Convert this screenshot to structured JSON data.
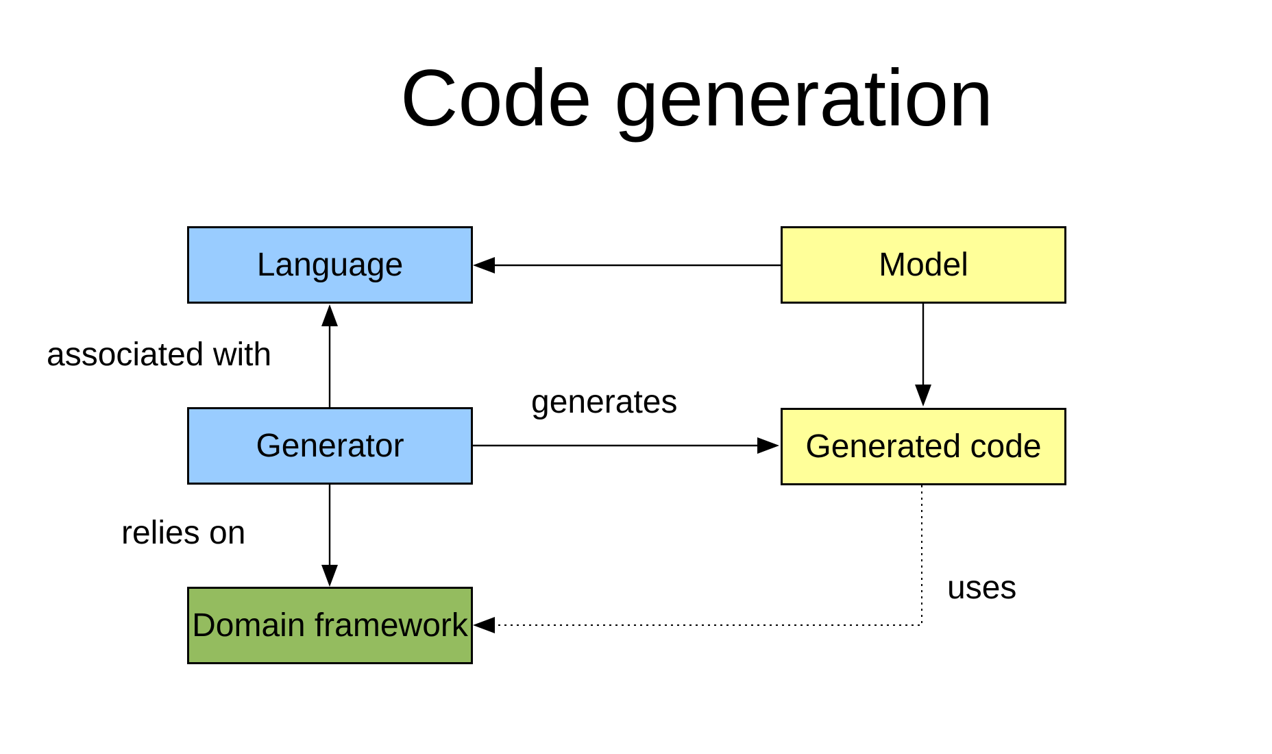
{
  "title": "Code generation",
  "colors": {
    "background": "#FFFFFF",
    "line": "#000000",
    "node_blue": "#99CCFF",
    "node_yellow": "#FFFF99",
    "node_green": "#94BC5F"
  },
  "nodes": [
    {
      "id": "language",
      "label": "Language",
      "fill": "#99CCFF"
    },
    {
      "id": "model",
      "label": "Model",
      "fill": "#FFFF99"
    },
    {
      "id": "generator",
      "label": "Generator",
      "fill": "#99CCFF"
    },
    {
      "id": "generated-code",
      "label": "Generated code",
      "fill": "#FFFF99"
    },
    {
      "id": "domain-framework",
      "label": "Domain framework",
      "fill": "#94BC5F"
    }
  ],
  "edges": [
    {
      "from": "model",
      "to": "language",
      "label": "",
      "style": "solid"
    },
    {
      "from": "generator",
      "to": "language",
      "label": "associated with",
      "style": "solid"
    },
    {
      "from": "model",
      "to": "generated-code",
      "label": "",
      "style": "solid"
    },
    {
      "from": "generator",
      "to": "generated-code",
      "label": "generates",
      "style": "solid"
    },
    {
      "from": "generator",
      "to": "domain-framework",
      "label": "relies on",
      "style": "solid"
    },
    {
      "from": "generated-code",
      "to": "domain-framework",
      "label": "uses",
      "style": "dotted"
    }
  ]
}
